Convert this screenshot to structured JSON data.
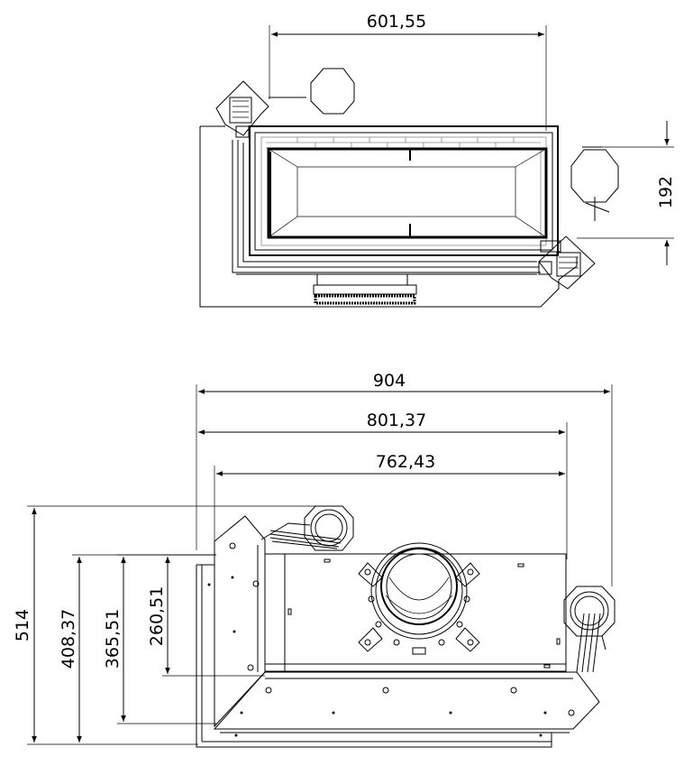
{
  "top_view": {
    "dimensions": {
      "width": "601,55",
      "depth": "192"
    }
  },
  "bottom_view": {
    "dimensions": {
      "overall_width": "904",
      "inner_width": "801,37",
      "opening_width": "762,43",
      "overall_height": "514",
      "height_2": "408,37",
      "height_3": "365,51",
      "height_4": "260,51"
    }
  }
}
